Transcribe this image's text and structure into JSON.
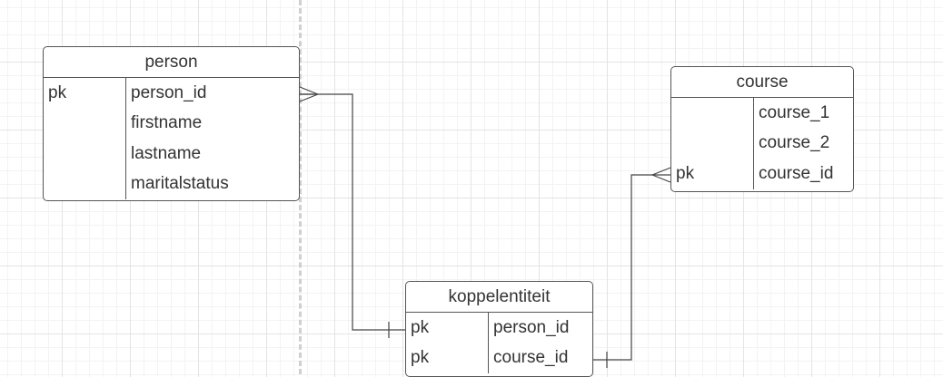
{
  "entities": {
    "person": {
      "title": "person",
      "fields": [
        {
          "key": "pk",
          "name": "person_id"
        },
        {
          "key": "",
          "name": "firstname"
        },
        {
          "key": "",
          "name": "lastname"
        },
        {
          "key": "",
          "name": "maritalstatus"
        }
      ]
    },
    "course": {
      "title": "course",
      "fields": [
        {
          "key": "",
          "name": "course_1"
        },
        {
          "key": "",
          "name": "course_2"
        },
        {
          "key": "pk",
          "name": "course_id"
        }
      ]
    },
    "koppelentiteit": {
      "title": "koppelentiteit",
      "fields": [
        {
          "key": "pk",
          "name": "person_id"
        },
        {
          "key": "pk",
          "name": "course_id"
        }
      ]
    }
  },
  "relationships": [
    {
      "from": "person.person_id",
      "to": "koppelentiteit.person_id",
      "from_end": "many",
      "to_end": "one"
    },
    {
      "from": "koppelentiteit.course_id",
      "to": "course.course_id",
      "from_end": "one",
      "to_end": "many"
    }
  ]
}
